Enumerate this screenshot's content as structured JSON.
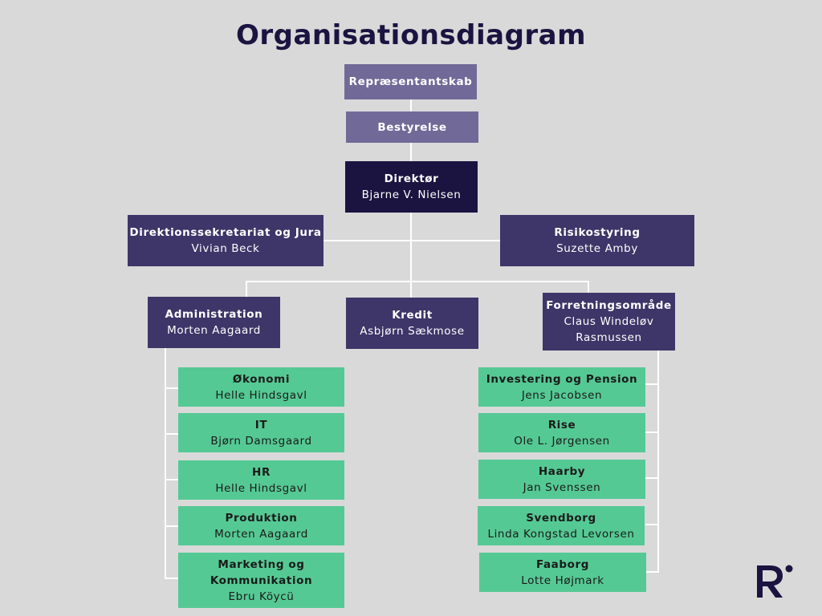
{
  "title": "Organisationsdiagram",
  "top": {
    "representantskab": "Repræsentantskab",
    "bestyrelse": "Bestyrelse",
    "direktor": {
      "title": "Direktør",
      "name": "Bjarne V. Nielsen"
    }
  },
  "staff": {
    "sekretariat": {
      "title": "Direktionssekretariat og Jura",
      "name": "Vivian Beck"
    },
    "risiko": {
      "title": "Risikostyring",
      "name": "Suzette Amby"
    }
  },
  "divisions": {
    "administration": {
      "title": "Administration",
      "name": "Morten Aagaard"
    },
    "kredit": {
      "title": "Kredit",
      "name": "Asbjørn Sækmose"
    },
    "forretning": {
      "title": "Forretningsområde",
      "name_line1": "Claus Windeløv",
      "name_line2": "Rasmussen"
    }
  },
  "admin_units": [
    {
      "title": "Økonomi",
      "name": "Helle Hindsgavl"
    },
    {
      "title": "IT",
      "name": "Bjørn Damsgaard"
    },
    {
      "title": "HR",
      "name": "Helle Hindsgavl"
    },
    {
      "title": "Produktion",
      "name": "Morten Aagaard"
    },
    {
      "title_line1": "Marketing og",
      "title_line2": "Kommunikation",
      "name": "Ebru Köycü"
    }
  ],
  "business_units": [
    {
      "title": "Investering og Pension",
      "name": "Jens Jacobsen"
    },
    {
      "title": "Rise",
      "name": "Ole L. Jørgensen"
    },
    {
      "title": "Haarby",
      "name": "Jan Svenssen"
    },
    {
      "title": "Svendborg",
      "name": "Linda Kongstad Levorsen"
    },
    {
      "title": "Faaborg",
      "name": "Lotte Højmark"
    }
  ],
  "colors": {
    "background": "#d9d9d9",
    "board": "#716a98",
    "director": "#1b1340",
    "management": "#3e3568",
    "unit": "#55c994",
    "connector": "#ffffff"
  },
  "logo": "R logo with dot"
}
